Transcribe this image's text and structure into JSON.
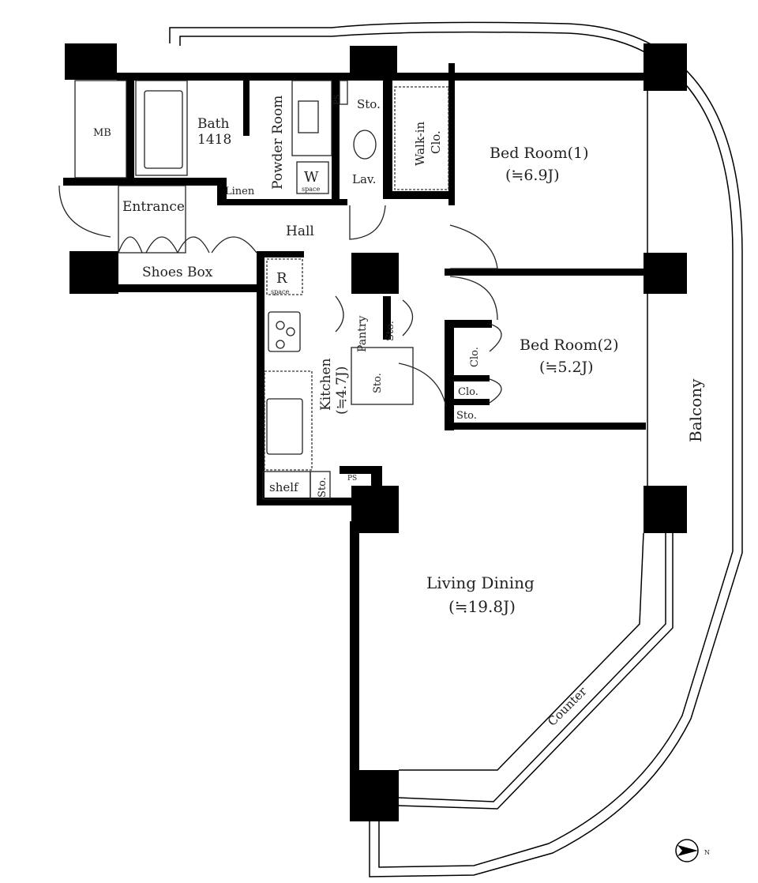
{
  "rooms": {
    "mb": "MB",
    "bath": "Bath",
    "bath_size": "1418",
    "powder_room": "Powder Room",
    "ps_top": "PS",
    "sto_top": "Sto.",
    "walk_in": "Walk-in",
    "walk_in_clo": "Clo.",
    "lav": "Lav.",
    "linen": "Linen",
    "w_space": "W",
    "w_space_sub": "space",
    "entrance": "Entrance",
    "hall": "Hall",
    "shoes_box": "Shoes Box",
    "r_space": "R",
    "r_space_sub": "space",
    "bed1": "Bed Room(1)",
    "bed1_size": "(≒6.9J)",
    "bed2": "Bed Room(2)",
    "bed2_size": "(≒5.2J)",
    "clo_1": "Clo.",
    "clo_2": "Clo.",
    "sto_bed2": "Sto.",
    "pantry": "Pantry",
    "sto_pantry": "Sto.",
    "sto_lower": "Sto.",
    "kitchen": "Kitchen",
    "kitchen_size": "(≒4.7J)",
    "shelf": "shelf",
    "sto_kitchen": "Sto.",
    "ps_kitchen": "PS",
    "living": "Living Dining",
    "living_size": "(≒19.8J)",
    "balcony": "Balcony",
    "counter": "Counter"
  },
  "compass": {
    "label": "N",
    "icon": "north-arrow-icon"
  }
}
